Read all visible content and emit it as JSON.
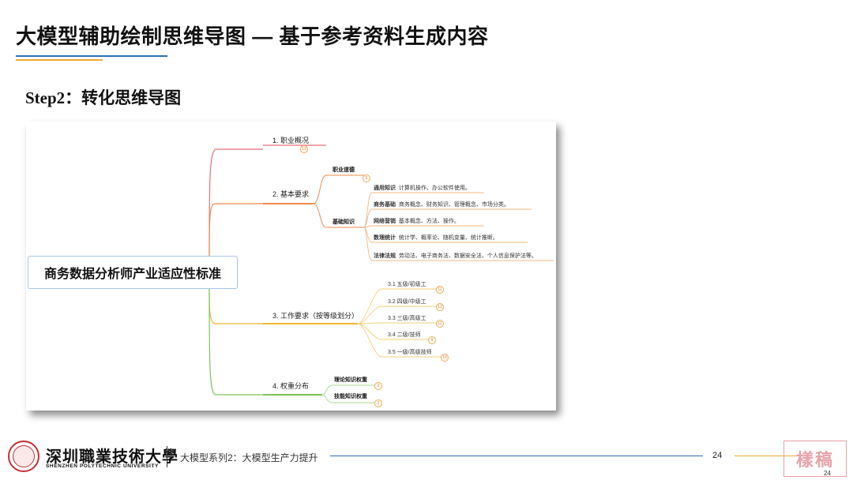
{
  "page": {
    "title": "大模型辅助绘制思维导图 — 基于参考资料生成内容",
    "step": "Step2：转化思维导图"
  },
  "mindmap": {
    "central": "商务数据分析师产业适应性标准",
    "branches": {
      "b1": {
        "label": "1. 职业概况",
        "badge": "13"
      },
      "b2": {
        "label": "2. 基本要求",
        "ethics": {
          "label": "职业道德",
          "badge": "5"
        },
        "knowledge": {
          "label": "基础知识",
          "items": [
            {
              "key": "通用知识",
              "text": "计算机操作、办公软件使用。"
            },
            {
              "key": "商务基础",
              "text": "商务概念、财务知识、管理概念、市场分类。"
            },
            {
              "key": "网络营销",
              "text": "基本概念、方法、操作。"
            },
            {
              "key": "数理统计",
              "text": "统计学、概率论、随机变量、统计推断。"
            },
            {
              "key": "法律法规",
              "text": "劳动法、电子商务法、数据安全法、个人信息保护法等。"
            }
          ]
        }
      },
      "b3": {
        "label": "3. 工作要求（按等级划分）",
        "items": [
          {
            "label": "3.1 五级/初级工",
            "badge": "11"
          },
          {
            "label": "3.2 四级/中级工",
            "badge": "12"
          },
          {
            "label": "3.3 三级/高级工",
            "badge": "11"
          },
          {
            "label": "3.4 二级/技师",
            "badge": "9"
          },
          {
            "label": "3.5 一级/高级技师",
            "badge": "10"
          }
        ]
      },
      "b4": {
        "label": "4. 权重分布",
        "items": [
          {
            "label": "理论知识权重",
            "badge": "2"
          },
          {
            "label": "技能知识权重",
            "badge": "2"
          }
        ]
      }
    }
  },
  "footer": {
    "university_cn": "深圳職業技術大學",
    "university_en": "SHENZHEN POLYTECHNIC UNIVERSITY",
    "series": "大模型系列2：大模型生产力提升",
    "page_number": "24",
    "page_number_small": "24",
    "stamp_text": "樣稿"
  },
  "colors": {
    "branch1": "#e8727a",
    "branch2": "#f08a4b",
    "branch3": "#f2b430",
    "branch4": "#7cc35a",
    "title_line_blue": "#2f6eb5",
    "title_line_orange": "#f0a830"
  }
}
